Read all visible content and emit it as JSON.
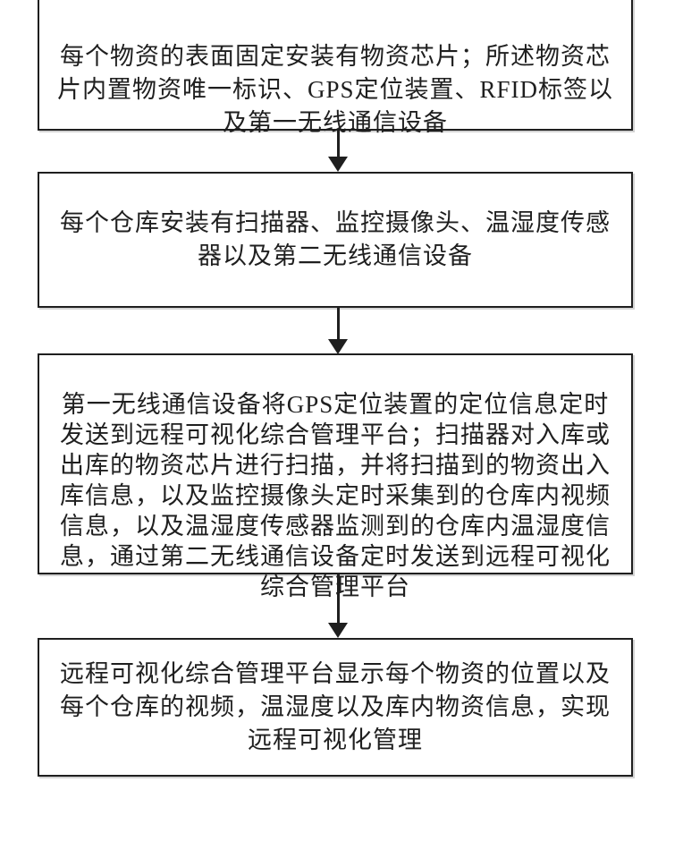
{
  "theme": {
    "ink_color": "#1f1f1f",
    "paper_color": "#ffffff"
  },
  "flowchart": {
    "description": "patent-style vertical process flowchart, four steps connected by downward arrows",
    "steps": [
      {
        "id": 1,
        "text": "每个物资的表面固定安装有物资芯片；所述物资芯\n片内置物资唯一标识、GPS定位装置、RFID标签以\n及第一无线通信设备"
      },
      {
        "id": 2,
        "text": "每个仓库安装有扫描器、监控摄像头、温湿度传感\n器以及第二无线通信设备"
      },
      {
        "id": 3,
        "text": "第一无线通信设备将GPS定位装置的定位信息定时\n发送到远程可视化综合管理平台；扫描器对入库或\n出库的物资芯片进行扫描，并将扫描到的物资出入\n库信息，以及监控摄像头定时采集到的仓库内视频\n信息，以及温湿度传感器监测到的仓库内温湿度信\n息，通过第二无线通信设备定时发送到远程可视化\n综合管理平台"
      },
      {
        "id": 4,
        "text": "远程可视化综合管理平台显示每个物资的位置以及\n每个仓库的视频，温湿度以及库内物资信息，实现\n远程可视化管理"
      }
    ],
    "connectors": [
      {
        "from": 1,
        "to": 2
      },
      {
        "from": 2,
        "to": 3
      },
      {
        "from": 3,
        "to": 4
      }
    ]
  }
}
